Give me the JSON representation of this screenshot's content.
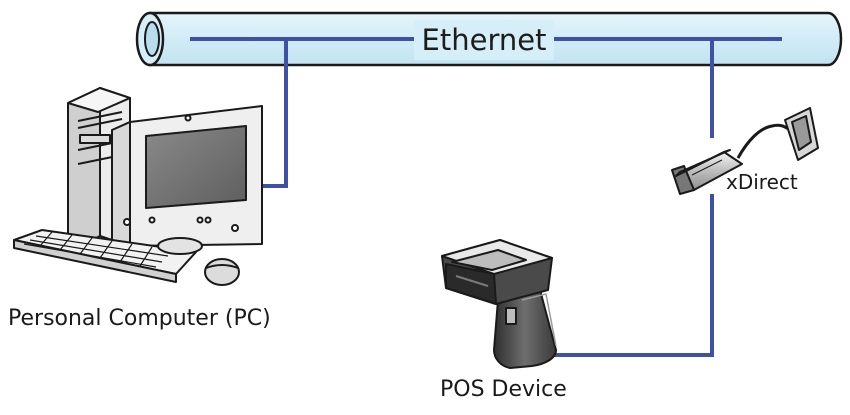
{
  "diagram": {
    "bus_label": "Ethernet",
    "nodes": {
      "pc": "Personal Computer (PC)",
      "xdirect": "xDirect",
      "pos": "POS Device"
    }
  },
  "colors": {
    "link": "#3f51a6",
    "bus_fill": "#d6eef8",
    "outline": "#1a1a1a",
    "device_fill": "#f2f2f2",
    "screen": "#707070",
    "scanner_dark": "#3c3c3c"
  },
  "icons": [
    "ethernet-bus-tube",
    "desktop-pc-icon",
    "xdirect-adapter-icon",
    "barcode-scanner-icon"
  ]
}
